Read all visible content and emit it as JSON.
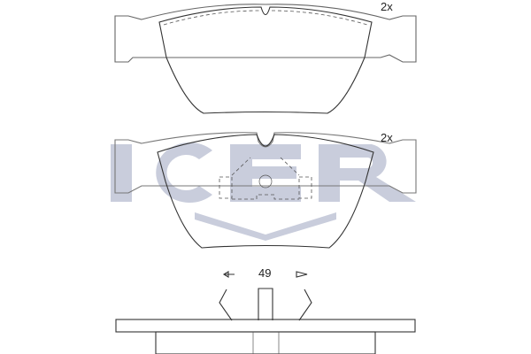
{
  "watermark": {
    "text": "ICER",
    "color": "#c8ccdc"
  },
  "top_pad": {
    "quantity_label": "2x"
  },
  "bottom_pad": {
    "quantity_label": "2x"
  },
  "side_view": {
    "dimension_label": "49"
  }
}
